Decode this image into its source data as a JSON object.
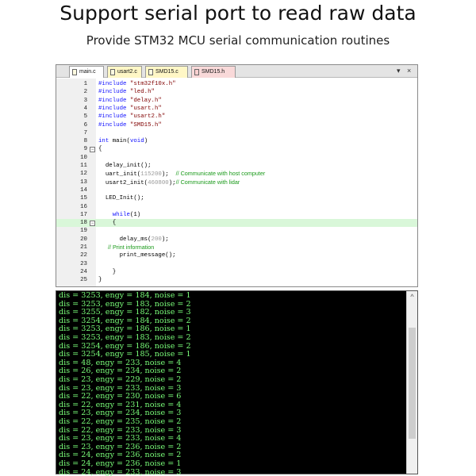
{
  "heading": {
    "title": "Support serial port to read raw data",
    "subtitle": "Provide STM32 MCU serial communication routines"
  },
  "editor": {
    "tabs": [
      {
        "label": "main.c",
        "active": true
      },
      {
        "label": "usart2.c",
        "active": false
      },
      {
        "label": "SMD15.c",
        "active": false
      },
      {
        "label": "SMD15.h",
        "active": false
      }
    ],
    "tab_menu": "▾",
    "tab_close": "×",
    "highlighted_line": 18,
    "lines": [
      {
        "n": "1",
        "t": [
          [
            "pp",
            "#include "
          ],
          [
            "str",
            "\"stm32f10x.h\""
          ]
        ]
      },
      {
        "n": "2",
        "t": [
          [
            "pp",
            "#include "
          ],
          [
            "str",
            "\"led.h\""
          ]
        ]
      },
      {
        "n": "3",
        "t": [
          [
            "pp",
            "#include "
          ],
          [
            "str",
            "\"delay.h\""
          ]
        ]
      },
      {
        "n": "4",
        "t": [
          [
            "pp",
            "#include "
          ],
          [
            "str",
            "\"usart.h\""
          ]
        ]
      },
      {
        "n": "5",
        "t": [
          [
            "pp",
            "#include "
          ],
          [
            "str",
            "\"usart2.h\""
          ]
        ]
      },
      {
        "n": "6",
        "t": [
          [
            "pp",
            "#include "
          ],
          [
            "str",
            "\"SMD15.h\""
          ]
        ]
      },
      {
        "n": "7",
        "t": []
      },
      {
        "n": "8",
        "t": [
          [
            "kw",
            "int "
          ],
          [
            "tx",
            "main("
          ],
          [
            "kw",
            "void"
          ],
          [
            "tx",
            ")"
          ]
        ]
      },
      {
        "n": "9",
        "fold": "−",
        "t": [
          [
            "tx",
            "{"
          ]
        ]
      },
      {
        "n": "10",
        "t": []
      },
      {
        "n": "11",
        "t": [
          [
            "tx",
            "  delay_init();"
          ]
        ]
      },
      {
        "n": "12",
        "t": [
          [
            "tx",
            "  uart_init("
          ],
          [
            "num",
            "115200"
          ],
          [
            "tx",
            ");  "
          ],
          [
            "cmt",
            "// Communicate with host computer"
          ]
        ]
      },
      {
        "n": "13",
        "t": [
          [
            "tx",
            "  usart2_init("
          ],
          [
            "num",
            "460800"
          ],
          [
            "tx",
            ");"
          ],
          [
            "cmt",
            "// Communicate with lidar"
          ]
        ]
      },
      {
        "n": "14",
        "t": []
      },
      {
        "n": "15",
        "t": [
          [
            "tx",
            "  LED_Init();"
          ]
        ]
      },
      {
        "n": "16",
        "t": []
      },
      {
        "n": "17",
        "t": [
          [
            "kw",
            "    while"
          ],
          [
            "tx",
            "(1)"
          ]
        ]
      },
      {
        "n": "18",
        "fold": "−",
        "t": [
          [
            "tx",
            "    {"
          ]
        ]
      },
      {
        "n": "19",
        "t": []
      },
      {
        "n": "20",
        "t": [
          [
            "tx",
            "      delay_ms("
          ],
          [
            "num",
            "200"
          ],
          [
            "tx",
            ");"
          ]
        ]
      },
      {
        "n": "21",
        "t": [
          [
            "cmt",
            "      // Print information"
          ]
        ]
      },
      {
        "n": "22",
        "t": [
          [
            "tx",
            "      print_message();"
          ]
        ]
      },
      {
        "n": "23",
        "t": []
      },
      {
        "n": "24",
        "t": [
          [
            "tx",
            "    }"
          ]
        ]
      },
      {
        "n": "25",
        "t": [
          [
            "tx",
            "}"
          ]
        ]
      }
    ]
  },
  "terminal": {
    "scroll_up_icon": "^",
    "lines": [
      "dis = 3253, engy = 184, noise = 1",
      "dis = 3253, engy = 183, noise = 2",
      "dis = 3255, engy = 182, noise = 3",
      "dis = 3254, engy = 184, noise = 2",
      "dis = 3253, engy = 186, noise = 1",
      "dis = 3253, engy = 183, noise = 2",
      "dis = 3254, engy = 186, noise = 2",
      "dis = 3254, engy = 185, noise = 1",
      "dis = 48, engy = 233, noise = 4",
      "dis = 26, engy = 234, noise = 2",
      "dis = 23, engy = 229, noise = 2",
      "dis = 23, engy = 233, noise = 3",
      "dis = 22, engy = 230, noise = 6",
      "dis = 22, engy = 231, noise = 4",
      "dis = 23, engy = 234, noise = 3",
      "dis = 22, engy = 235, noise = 2",
      "dis = 22, engy = 233, noise = 3",
      "dis = 23, engy = 233, noise = 4",
      "dis = 23, engy = 236, noise = 2",
      "dis = 24, engy = 236, noise = 2",
      "dis = 24, engy = 236, noise = 1",
      "dis = 24, engy = 233, noise = 3"
    ]
  }
}
